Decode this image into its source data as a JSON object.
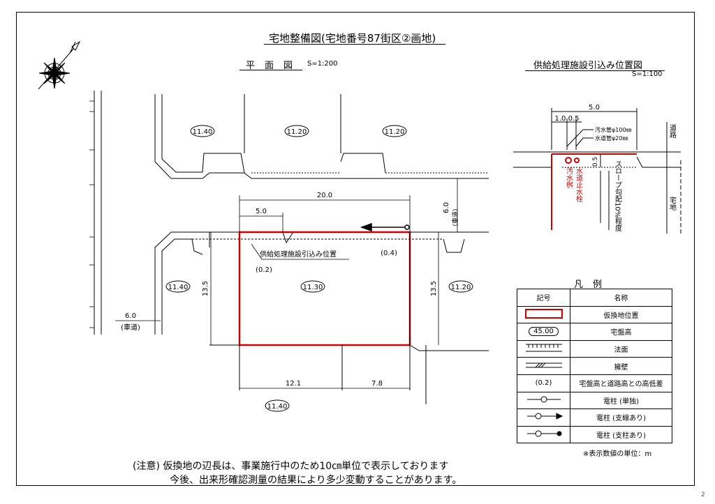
{
  "title": "宅地整備図(宅地番号87街区②画地)",
  "plan": {
    "heading": "平面図",
    "scale": "S=1:200"
  },
  "supply": {
    "heading": "供給処理施設引込み位置図",
    "scale": "S=1:100"
  },
  "elevations": {
    "top_left": "11.40",
    "top_middle": "11.20",
    "top_right": "11.20",
    "left": "11.40",
    "lot": "11.30",
    "right": "11.20",
    "bottom": "11.40"
  },
  "dimensions": {
    "lot_width": "20.0",
    "offset": "5.0",
    "road_width": "6.0",
    "road_label": "(車道)",
    "depth_left": "13.5",
    "depth_right": "13.5",
    "bottom_left": "12.1",
    "bottom_right": "7.8",
    "diff_right": "(0.4)",
    "diff_left": "(0.2)",
    "left_road_width": "6.0",
    "left_road_label": "(車道)"
  },
  "plan_annotation": "供給処理施設引込み位置",
  "detail": {
    "top_dim": "5.0",
    "sub_dim": "1.0 0.5",
    "pipe1": "汚水管φ100㎜",
    "pipe2": "水道管φ20㎜",
    "depth_dim": "0.5",
    "box1": "汚水桝",
    "box2": "水道止水栓",
    "slope": "スロープ勾配10%程度",
    "road": "道路",
    "lot": "宅地"
  },
  "legend": {
    "title": "凡例",
    "col_symbol": "記号",
    "col_name": "名称",
    "rows": [
      {
        "symbol": "red-rect",
        "name": "仮換地位置"
      },
      {
        "symbol": "45.00",
        "name": "宅盤高"
      },
      {
        "symbol": "slope",
        "name": "法面"
      },
      {
        "symbol": "wall",
        "name": "擁壁"
      },
      {
        "symbol": "(0.2)",
        "name": "宅盤高と道路高との高低差"
      },
      {
        "symbol": "pole-single",
        "name": "電柱 (単独)"
      },
      {
        "symbol": "pole-guy",
        "name": "電柱 (支線あり)"
      },
      {
        "symbol": "pole-strut",
        "name": "電柱 (支柱あり)"
      }
    ],
    "unit_note": "※表示数値の単位：m"
  },
  "notes": [
    "(注意) 仮換地の辺長は、事業施行中のため10㎝単位で表示しております",
    "今後、出来形確認測量の結果により多少変動することがあります。"
  ],
  "page_number": "2",
  "colors": {
    "lot_outline": "#cc0000",
    "line": "#000000"
  }
}
